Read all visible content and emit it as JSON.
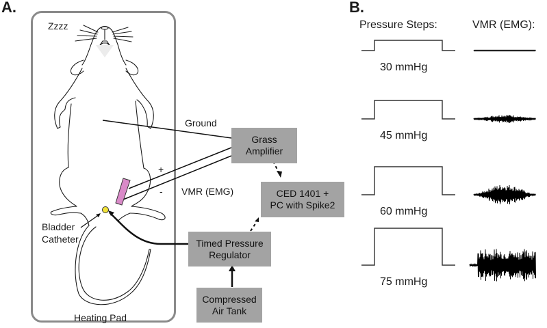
{
  "panels": {
    "a": {
      "label": "A."
    },
    "b": {
      "label": "B."
    }
  },
  "setup": {
    "sleep_text": "Zzzz",
    "heating_pad_label": "Heating Pad",
    "ground_label": "Ground",
    "plus_label": "+",
    "minus_label": "-",
    "vmr_label": "VMR (EMG)",
    "catheter_label_line1": "Bladder",
    "catheter_label_line2": "Catheter",
    "electrode_color": "#d98ac8",
    "catheter_color": "#f2e33a"
  },
  "boxes": {
    "amplifier": {
      "line1": "Grass",
      "line2": "Amplifier"
    },
    "ced": {
      "line1": "CED 1401 +",
      "line2": "PC with Spike2"
    },
    "regulator": {
      "line1": "Timed Pressure",
      "line2": "Regulator"
    },
    "tank": {
      "line1": "Compressed",
      "line2": "Air Tank"
    },
    "fill_color": "#a3a3a3"
  },
  "traces": {
    "pressure_header": "Pressure Steps:",
    "vmr_header": "VMR (EMG):",
    "steps": [
      {
        "label": "30 mmHg",
        "pressure_mmHg": 30,
        "emg_amplitude": 0.02
      },
      {
        "label": "45 mmHg",
        "pressure_mmHg": 45,
        "emg_amplitude": 0.25
      },
      {
        "label": "60 mmHg",
        "pressure_mmHg": 60,
        "emg_amplitude": 0.6
      },
      {
        "label": "75 mmHg",
        "pressure_mmHg": 75,
        "emg_amplitude": 1.0
      }
    ]
  }
}
